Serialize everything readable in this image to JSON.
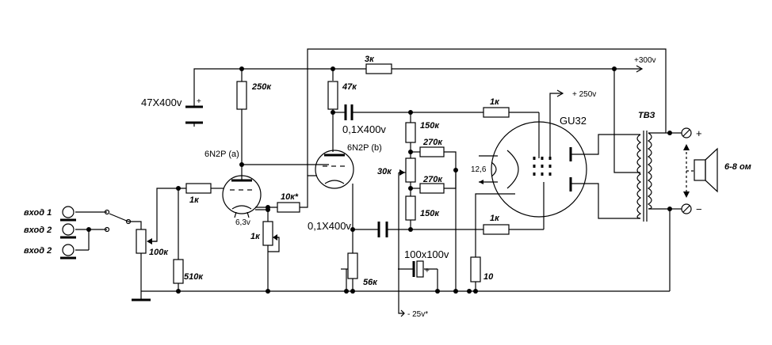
{
  "inputs": {
    "in1": "вход 1",
    "in2a": "вход 2",
    "in2b": "вход 2"
  },
  "components": {
    "c_main": "47X400v",
    "r_250k": "250к",
    "r_47k": "47к",
    "r_3k": "3к",
    "supply_300": "+300v",
    "supply_250": "+ 250v",
    "tube_a": "6N2P (a)",
    "tube_b": "6N2P (b)",
    "c_coupling1": "0,1X400v",
    "c_coupling2": "0,1X400v",
    "r_1k_in": "1к",
    "r_100k_pot": "100к",
    "r_510k": "510к",
    "heater": "6,3v",
    "r_1k_cath": "1к",
    "r_10k_fb": "10к*",
    "r_56k": "56к",
    "c_bias": "100x100v",
    "bias_supply": "- 25v*",
    "r_150k_top": "150к",
    "r_270k_top": "270к",
    "r_30k_pot": "30к",
    "r_270k_bot": "270к",
    "r_150k_bot": "150к",
    "r_1k_g1": "1к",
    "r_1k_g2": "1к",
    "r_10": "10",
    "output_tube": "GU32",
    "heater_out": "12,6",
    "transformer": "ТВЗ",
    "speaker": "6-8 ом",
    "plus": "+",
    "minus": "−"
  },
  "colors": {
    "ink": "#000000",
    "paper": "#ffffff"
  }
}
